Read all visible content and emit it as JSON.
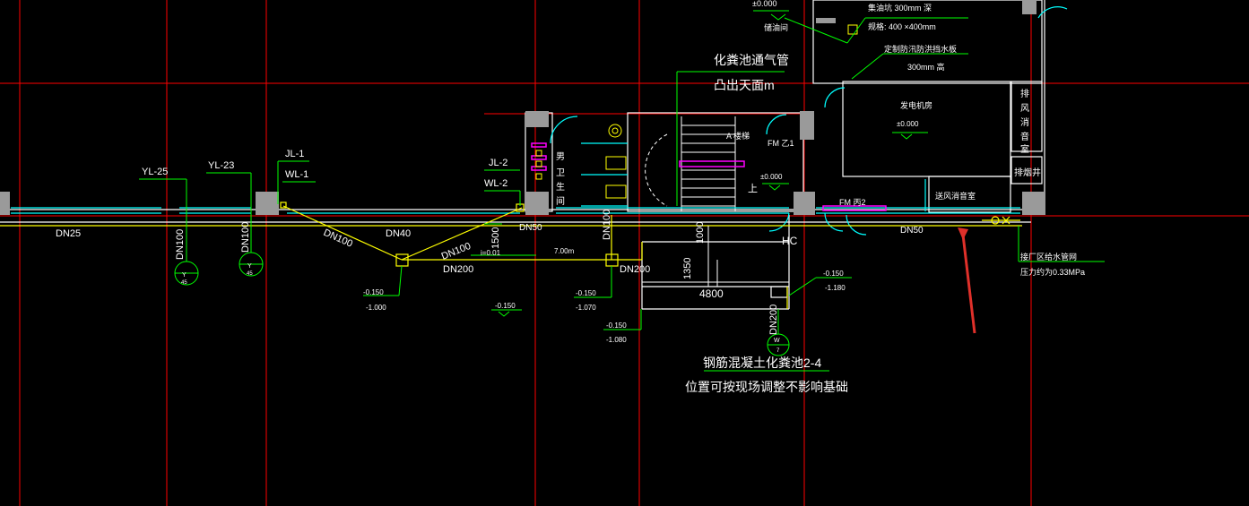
{
  "colors": {
    "background": "#000000",
    "axis": "#ff0000",
    "wall": "#ffffff",
    "pipe": "#ffff00",
    "leader": "#00ff00",
    "window": "#00ffff",
    "fixture": "#ff00ff",
    "column": "#999999",
    "arrow": "#e0302a"
  },
  "labels": {
    "top_level": "±0.000",
    "oil_trap_pit": "集油坑 300mm 深",
    "oil_trap_spec": "规格: 400 ×400mm",
    "oil_trap": "储油间",
    "door_sill": "定制防汛防洪挡水板",
    "door_sill_h": "300mm 高",
    "vent_pipe_1": "化粪池通气管",
    "vent_pipe_2": "凸出天面m",
    "stair": "A 楼梯",
    "fm_b": "FM 乙1",
    "level_stair": "±0.000",
    "up": "上",
    "generator_room": "发电机房",
    "level_gen": "±0.000",
    "exhaust_silencer": "排风消音室",
    "exhaust_shaft": "排烟井",
    "intake_silencer": "送风消音室",
    "fm_c": "FM 丙2",
    "toilet": "男卫生间",
    "yl25": "YL-25",
    "yl23": "YL-23",
    "jl1": "JL-1",
    "wl1": "WL-1",
    "jl2": "JL-2",
    "wl2": "WL-2",
    "dn25": "DN25",
    "dn40": "DN40",
    "dn100_a": "DN100",
    "dn100_b": "DN100",
    "dn100_c": "DN100",
    "dn100_d": "DN100",
    "dn50_a": "DN50",
    "dn50_b": "DN50",
    "dn200_a": "DN200",
    "dn200_b": "DN200",
    "dn200_c": "DN200",
    "dn100_e": "DN100",
    "dim_1500": "1500",
    "slope": "i=0.01",
    "length_700": "7.00m",
    "dim_1000": "1000",
    "dim_1350": "1350",
    "dim_4800": "4800",
    "hc": "HC",
    "riser_y": "Y",
    "riser_y_num": "45",
    "riser_y2": "Y",
    "riser_y2_num": "45",
    "riser_w": "W",
    "riser_w_num": "7",
    "elev_a_top": "-0.150",
    "elev_a_bot": "-1.000",
    "elev_b": "-0.150",
    "elev_c_top": "-0.150",
    "elev_c_bot": "-1.070",
    "elev_d_top": "-0.150",
    "elev_d_bot": "-1.080",
    "elev_e_top": "-0.150",
    "elev_e_bot": "-1.180",
    "septic_1": "钢筋混凝土化粪池2-4",
    "septic_2": "位置可按现场调整不影响基础",
    "supply_1": "接厂区给水管网",
    "supply_2": "压力约为0.33MPa"
  }
}
